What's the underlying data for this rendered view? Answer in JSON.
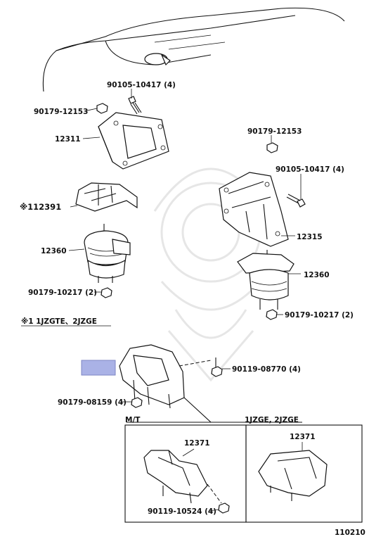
{
  "labels": {
    "bolt_top_left": "90105-10417 (4)",
    "nut_left_top": "90179-12153",
    "bracket_left": "12311",
    "insulator_note_part": "※112391",
    "insulator_left": "12360",
    "nut_left_bottom": "90179-10217 (2)",
    "nut_right_top": "90179-12153",
    "bolt_right": "90105-10417 (4)",
    "bracket_right": "12315",
    "insulator_right": "12360",
    "nut_right_bottom": "90179-10217 (2)",
    "note_text": "※1 1JZGTE、2JZGE",
    "bolt_rear": "90119-08770 (4)",
    "nut_rear": "90179-08159 (4)",
    "box_left_title": "M/T",
    "box_right_title": "1JZGE, 2JZGE",
    "rear_mount_mt": "12371",
    "bolt_mt": "90119-10524 (4)",
    "rear_mount_at": "12371",
    "figure_number": "110210"
  },
  "highlight_color": "#aab2e6"
}
